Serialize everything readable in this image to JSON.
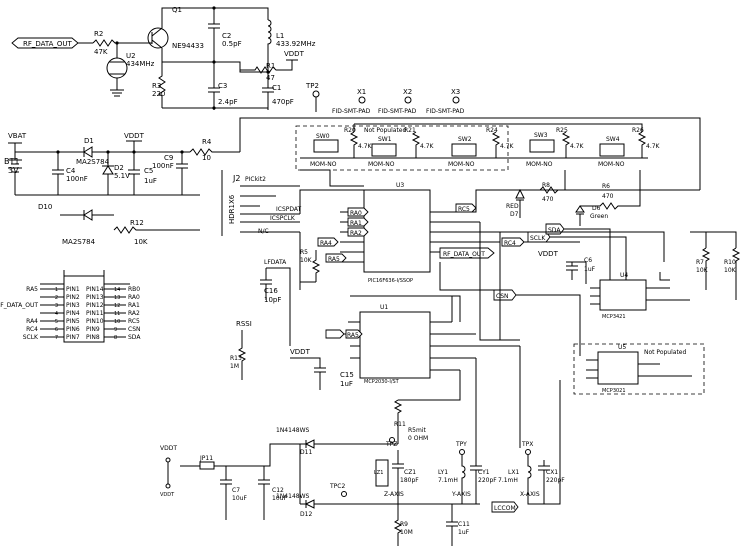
{
  "labels": {
    "rf_data_out_1": "RF_DATA_OUT",
    "rf_data_out_2": "RF_DATA_OUT",
    "rf_data_out_3": "RF_DATA_OUT",
    "sda_1": "SDA",
    "sda_2": "SDA",
    "sclk_1": "SCLK",
    "sclk_2": "SCLK",
    "csn_1": "CSN",
    "csn_2": "CSN",
    "rc4_1": "RC4",
    "rc4_2": "RC4",
    "rc5": "RC5",
    "ra5_1": "RA5",
    "ra5_2": "RA5",
    "ra5_3": "RA5",
    "ra4_1": "RA4",
    "ra4_2": "RA4",
    "ra1_1": "RA1",
    "ra1_2": "RA1",
    "ra2_1": "RA2",
    "ra2_2": "RA2",
    "ra0": "RA0",
    "rb0": "RB0",
    "lcdom": "LCCOM",
    "vbat": "VBAT",
    "vddt": [
      "VDDT",
      "VDDT",
      "VDDT",
      "VDDT",
      "VDDT",
      "VDDT"
    ],
    "rssi": "RSSI",
    "lfdata": "LFDATA",
    "tp2": "TP2",
    "tpz": "TPZ",
    "tpy": "TPY",
    "tpx": "TPX",
    "tpc2": "TPC2",
    "x1": "X1",
    "x2": "X2",
    "x3": "X3",
    "fid": "FID-SMT-PAD",
    "not_populated": "Not Populated",
    "icspdat": "ICSPDAT",
    "icspclk": "ICSPCLK",
    "nc": "N/C",
    "hdr": "HDR1X6",
    "j2": "J2",
    "pickit": "PICkit2"
  },
  "components": {
    "q1": "Q1",
    "q1_part": "NE94433",
    "u2": "U2",
    "u2_freq": "434MHz",
    "r2": "R2",
    "r2_val": "47K",
    "c2": "C2",
    "c2_val": "0.5pF",
    "l1": "L1",
    "l1_val": "433.92MHz",
    "r1": "R1",
    "r1_val": "47",
    "r3": "R3",
    "r3_val": "220",
    "c3": "C3",
    "c3_val": "2.4pF",
    "c1": "C1",
    "c1_val": "470pF",
    "bt1": "BT1",
    "bt1_val": "3V",
    "d1": "D1",
    "d1_part": "MA2S784",
    "d2": "D2",
    "d2_val": "5.1V",
    "c4": "C4",
    "c4_val": "100nF",
    "c5": "C5",
    "c5_val": "1uF",
    "c9": "C9",
    "c9_val": "100nF",
    "r4": "R4",
    "r4_val": "10",
    "sw0": "SW0",
    "sw1": "SW1",
    "sw2": "SW2",
    "sw3": "SW3",
    "sw4": "SW4",
    "mom": "MOM-NO",
    "r20": "R20",
    "r21": "R21",
    "r24": "R24",
    "r25": "R25",
    "r26": "R26",
    "r_4k7": "4.7K",
    "u3": "U3",
    "u3_part": "PIC16F636-I/SSOP",
    "d10": "D10",
    "d10_part": "MA2S784",
    "r12": "R12",
    "r12_val": "10K",
    "r8": "R8",
    "r8_val": "470",
    "r6": "R6",
    "r6_val": "470",
    "d7": "D7",
    "d7_color": "RED",
    "d6": "D6",
    "d6_color": "Green",
    "r5": "R5",
    "r5_val": "10K",
    "c6": "C6",
    "c6_val": "1uF",
    "r7": "R7",
    "r7_val": "10K",
    "r10": "R10",
    "r10_val": "10K",
    "u4": "U4",
    "u4_part": "MCP3421",
    "u5": "U5",
    "u5_part": "MCP3021",
    "c16": "C16",
    "c16_val": "10pF",
    "u1": "U1",
    "u1_part": "MCP2030-I/ST",
    "r13": "R13",
    "r13_val": "1M",
    "c15": "C15",
    "c15_val": "1uF",
    "r11": "R11",
    "r11_val": "R5mit",
    "r11_val2": "0 OHM",
    "d11": "D11",
    "d11_part": "1N4148WS",
    "d12": "D12",
    "d12_part": "1N4148WS",
    "cz1": "CZ1",
    "cz1_val": "180pF",
    "z_axis": "Z-AXIS",
    "ly1": "LY1",
    "ly1_val": "7.1mH",
    "cy1": "CY1",
    "cy1_val": "220pF",
    "y_axis": "Y-AXIS",
    "lx1": "LX1",
    "lx1_val": "7.1mH",
    "cx1": "CX1",
    "cx1_val": "220pF",
    "x_axis": "X-AXIS",
    "lz1": "LZ1",
    "jp11": "JP11",
    "c7": "C7",
    "c7_val": "10uF",
    "c12": "C12",
    "c12_val": "10uF",
    "r9": "R9",
    "r9_val": "10M",
    "c11": "C11",
    "c11_val": "1uF"
  },
  "connector": {
    "left_pins": [
      "PIN1",
      "PIN2",
      "PIN3",
      "PIN4",
      "PIN5",
      "PIN6",
      "PIN7"
    ],
    "right_pins": [
      "PIN14",
      "PIN13",
      "PIN12",
      "PIN11",
      "PIN10",
      "PIN9",
      "PIN8"
    ],
    "left_nums": [
      "1",
      "2",
      "3",
      "4",
      "5",
      "6",
      "7"
    ],
    "right_nums": [
      "14",
      "13",
      "12",
      "11",
      "10",
      "9",
      "8"
    ],
    "left_nets": [
      "RA5",
      "RF_DATA_OUT",
      "RA4",
      "RC4",
      "SCLK"
    ],
    "right_nets": [
      "RB0",
      "RA0",
      "RA1",
      "RA2",
      "RC5",
      "CSN",
      "SDA"
    ]
  }
}
